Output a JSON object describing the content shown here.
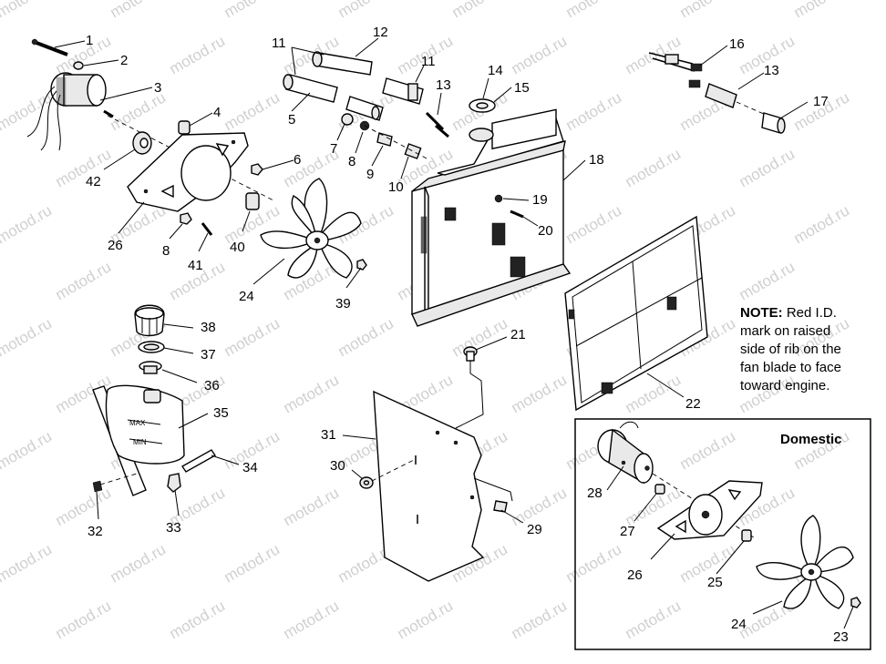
{
  "callouts": [
    {
      "id": "c1",
      "text": "1"
    },
    {
      "id": "c2",
      "text": "2"
    },
    {
      "id": "c3",
      "text": "3"
    },
    {
      "id": "c4",
      "text": "4"
    },
    {
      "id": "c5",
      "text": "5"
    },
    {
      "id": "c6",
      "text": "6"
    },
    {
      "id": "c7",
      "text": "7"
    },
    {
      "id": "c8a",
      "text": "8"
    },
    {
      "id": "c8b",
      "text": "8"
    },
    {
      "id": "c9",
      "text": "9"
    },
    {
      "id": "c10",
      "text": "10"
    },
    {
      "id": "c11a",
      "text": "11"
    },
    {
      "id": "c11b",
      "text": "11"
    },
    {
      "id": "c12",
      "text": "12"
    },
    {
      "id": "c13a",
      "text": "13"
    },
    {
      "id": "c13b",
      "text": "13"
    },
    {
      "id": "c14",
      "text": "14"
    },
    {
      "id": "c15",
      "text": "15"
    },
    {
      "id": "c16",
      "text": "16"
    },
    {
      "id": "c17",
      "text": "17"
    },
    {
      "id": "c18",
      "text": "18"
    },
    {
      "id": "c19",
      "text": "19"
    },
    {
      "id": "c20",
      "text": "20"
    },
    {
      "id": "c21",
      "text": "21"
    },
    {
      "id": "c22",
      "text": "22"
    },
    {
      "id": "c23",
      "text": "23"
    },
    {
      "id": "c24a",
      "text": "24"
    },
    {
      "id": "c24b",
      "text": "24"
    },
    {
      "id": "c25",
      "text": "25"
    },
    {
      "id": "c26a",
      "text": "26"
    },
    {
      "id": "c26b",
      "text": "26"
    },
    {
      "id": "c27",
      "text": "27"
    },
    {
      "id": "c28",
      "text": "28"
    },
    {
      "id": "c29",
      "text": "29"
    },
    {
      "id": "c30",
      "text": "30"
    },
    {
      "id": "c31",
      "text": "31"
    },
    {
      "id": "c32",
      "text": "32"
    },
    {
      "id": "c33",
      "text": "33"
    },
    {
      "id": "c34",
      "text": "34"
    },
    {
      "id": "c35",
      "text": "35"
    },
    {
      "id": "c36",
      "text": "36"
    },
    {
      "id": "c37",
      "text": "37"
    },
    {
      "id": "c38",
      "text": "38"
    },
    {
      "id": "c39",
      "text": "39"
    },
    {
      "id": "c40",
      "text": "40"
    },
    {
      "id": "c41",
      "text": "41"
    },
    {
      "id": "c42",
      "text": "42"
    }
  ],
  "note": {
    "label": "NOTE:",
    "line1": " Red I.D.",
    "line2": "mark on raised",
    "line3": "side of rib on the",
    "line4": "fan blade to face",
    "line5": "toward engine."
  },
  "domestic_label": "Domestic",
  "tank_text": {
    "max": "MAX",
    "min": "MIN"
  },
  "watermark": "motod.ru"
}
